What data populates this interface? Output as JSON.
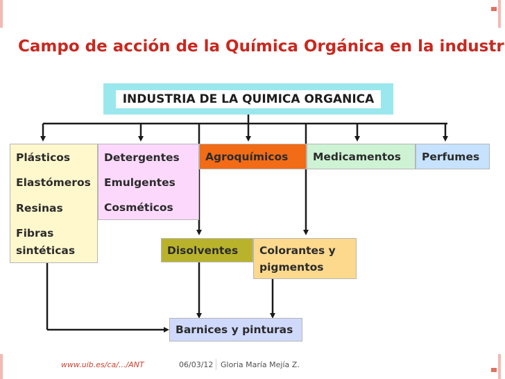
{
  "slide": {
    "title": "Campo de acción de la Química Orgánica en la industria",
    "header": "INDUSTRIA DE LA QUIMICA ORGANICA",
    "plastics_group": [
      "Plásticos",
      "Elastómeros",
      "Resinas",
      "Fibras",
      "sintéticas"
    ],
    "detergent_group": [
      "Detergentes",
      "Emulgentes",
      "Cosméticos"
    ],
    "agroquimicos": "Agroquímicos",
    "medicamentos": "Medicamentos",
    "perfumes": "Perfumes",
    "disolventes": "Disolventes",
    "colorantes": [
      "Colorantes y",
      "pigmentos"
    ],
    "barnices": "Barnices y pinturas"
  },
  "footer": {
    "url": "www.uib.es/ca/.../ANT",
    "date": "06/03/12",
    "author": "Gloria María Mejía Z."
  },
  "colors": {
    "title": "#c8281f",
    "header_bg": "#9ae7ee",
    "plastics": "#fff8cc",
    "detergents": "#fcd9fc",
    "agro": "#f26b16",
    "medicamentos": "#cdf2d4",
    "perfumes": "#c6e2ff",
    "disolventes": "#b9b32c",
    "colorantes": "#fcd98d",
    "barnices": "#cfd9fb"
  }
}
